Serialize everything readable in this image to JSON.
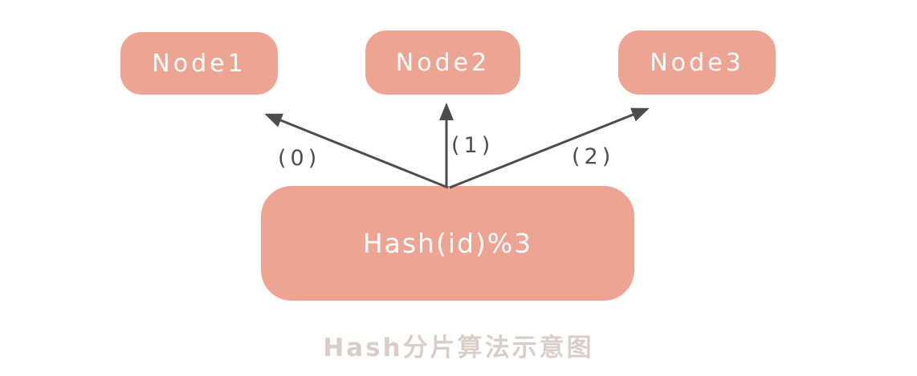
{
  "diagram": {
    "title_caption": "Hash分片算法示意图",
    "nodes": [
      {
        "label": "Node1"
      },
      {
        "label": "Node2"
      },
      {
        "label": "Node3"
      }
    ],
    "hash_box": {
      "label": "Hash(id)%3"
    },
    "arrow_labels": [
      {
        "label": "(0)"
      },
      {
        "label": "(1)"
      },
      {
        "label": "(2)"
      }
    ],
    "colors": {
      "box_fill": "#eea493",
      "box_text": "#ffffff",
      "arrow_stroke": "#4d4d4d",
      "caption_text": "#d9cdc9",
      "background": "#ffffff"
    }
  }
}
